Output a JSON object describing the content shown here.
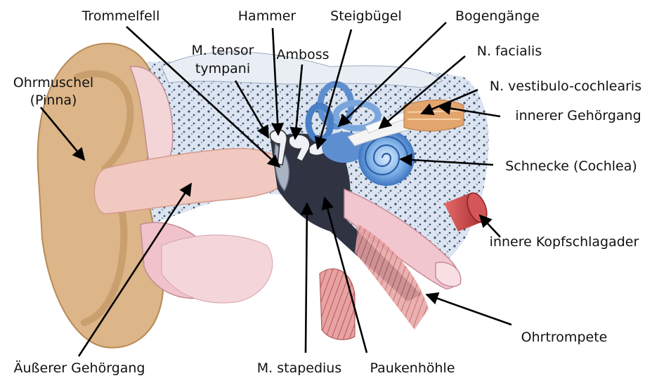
{
  "colors": {
    "skin": "#dcb588",
    "skin_dark": "#c99a63",
    "canal": "#f1c9c0",
    "bone_pale": "#dfe7f2",
    "bone_spots": "#3b4f6b",
    "cavity": "#2f3342",
    "labyrinth": "#5d8fd0",
    "tissue_pink": "#f2c6cf",
    "muscle_red": "#c96a6a",
    "artery": "#c0393b",
    "arrow": "#000000"
  },
  "labels": {
    "trommelfell": "Trommelfell",
    "hammer": "Hammer",
    "steigbuegel": "Steigbügel",
    "bogengaenge": "Bogengänge",
    "tensor_l1": "M. tensor",
    "tensor_l2": "tympani",
    "amboss": "Amboss",
    "facialis": "N. facialis",
    "vestibulo": "N. vestibulo-cochlearis",
    "innerer_gehoergang": "innerer Gehörgang",
    "ohrmuschel_l1": "Ohrmuschel",
    "ohrmuschel_l2": "(Pinna)",
    "schnecke": "Schnecke (Cochlea)",
    "kopfschlagader": "innere Kopfschlagader",
    "ohrtrompete": "Ohrtrompete",
    "aeusserer_gehoergang": "Äußerer Gehörgang",
    "stapedius": "M. stapedius",
    "paukenhoehle": "Paukenhöhle"
  }
}
